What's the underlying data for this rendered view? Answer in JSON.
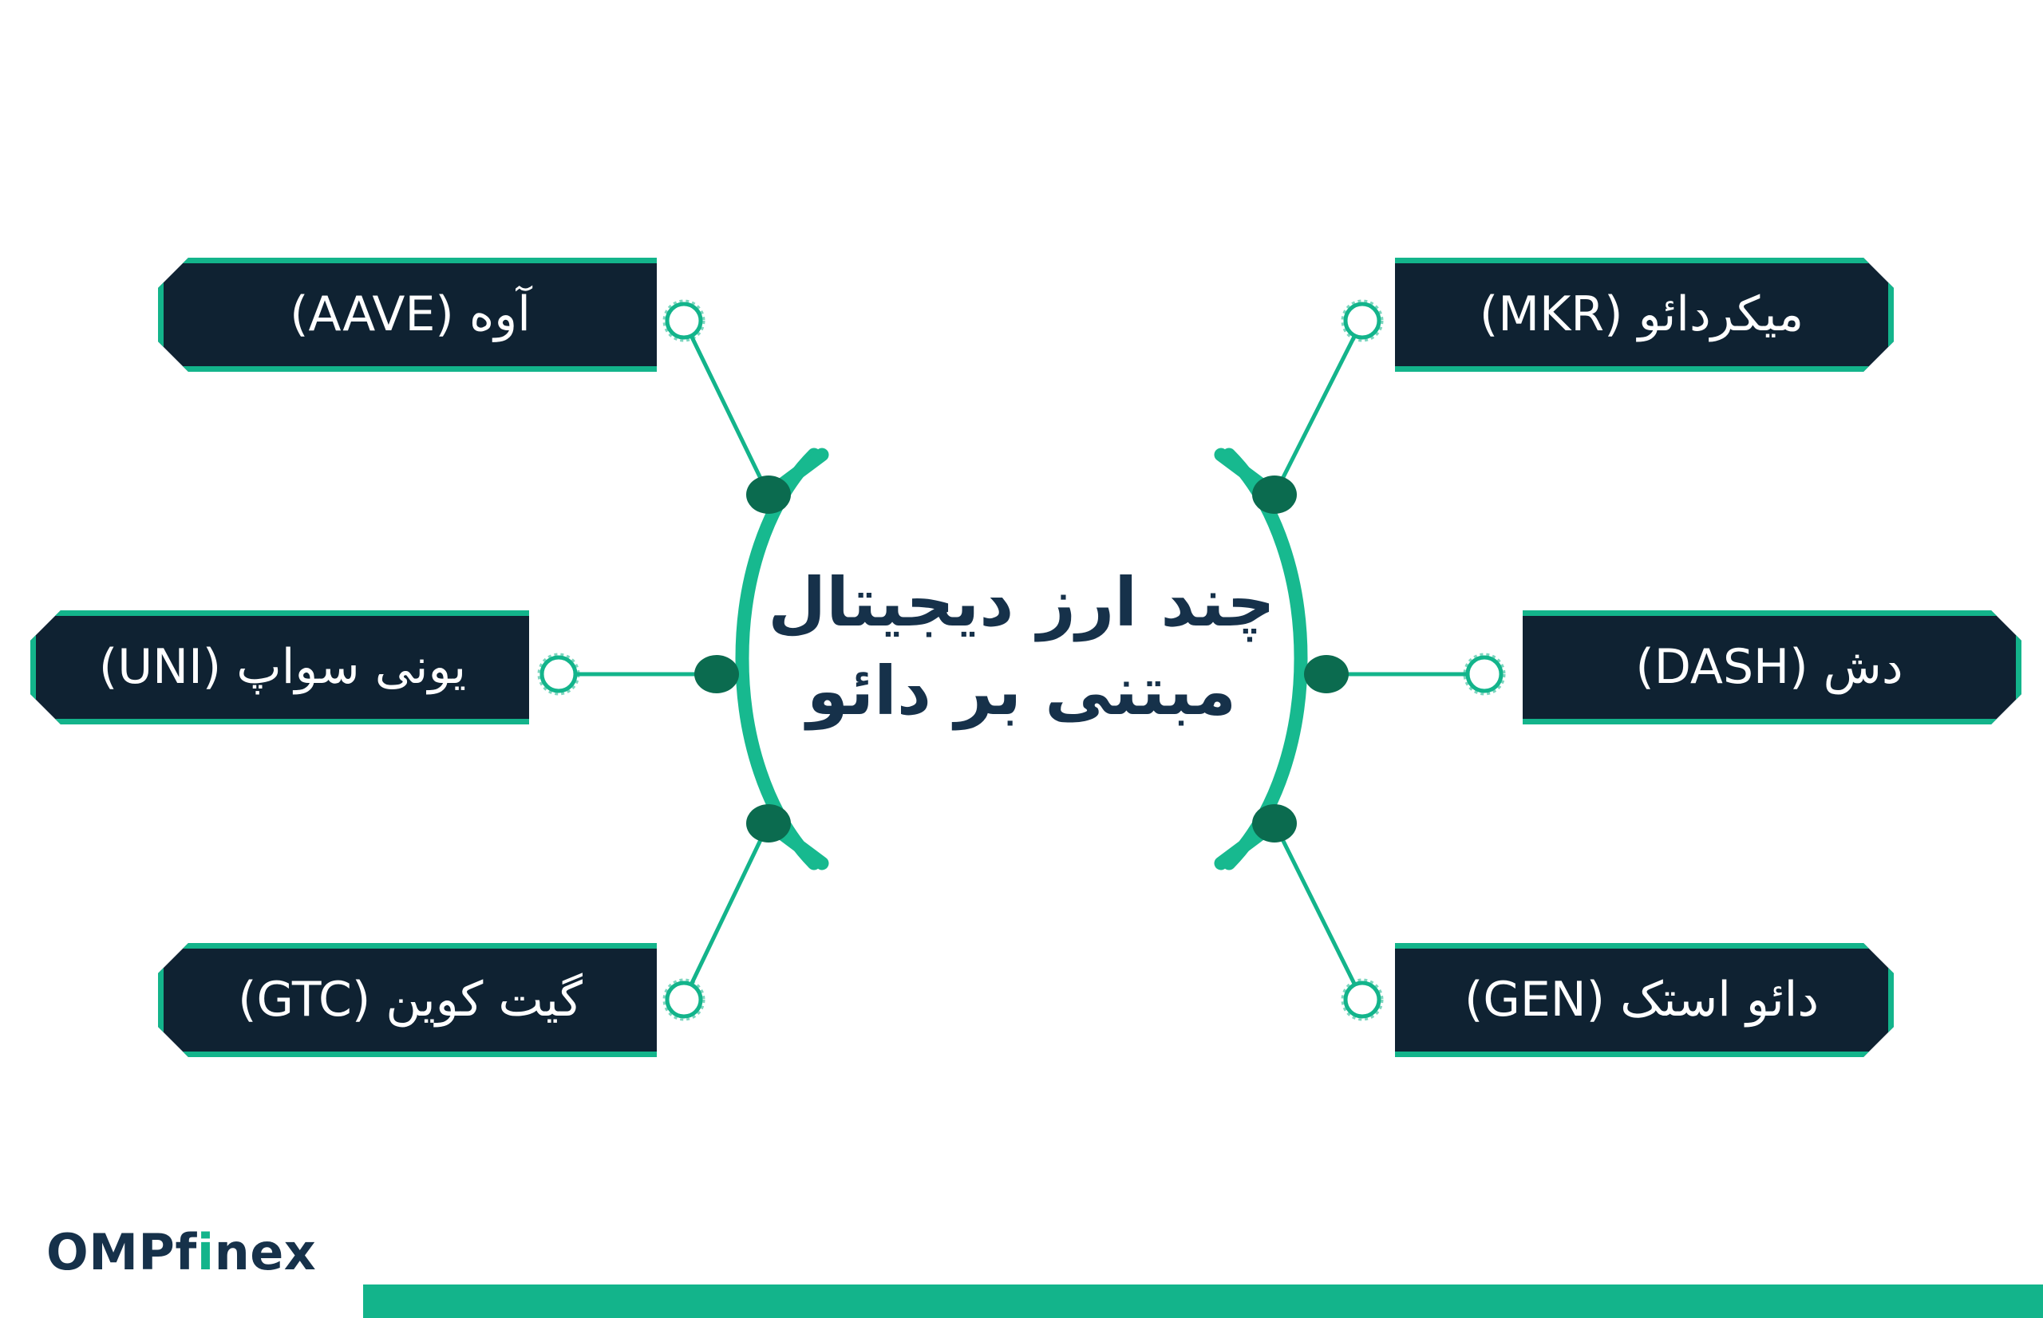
{
  "diagram": {
    "type": "radial-mindmap",
    "center_title_lines": [
      "چند ارز دیجیتال",
      "مبتنی بر دائو"
    ],
    "center_title": "چند ارز دیجیتال مبتنی بر دائو",
    "colors": {
      "background": "#FFFFFF",
      "node_fill": "#0F2232",
      "node_border": "#13B48B",
      "node_text": "#FFFFFF",
      "accent_teal": "#13B48B",
      "arc_teal": "#17B98F",
      "dot_dark_green": "#0B6B4F",
      "title_navy": "#16314A",
      "footer_bar": "#13B48B"
    },
    "nodes": [
      {
        "id": "aave",
        "label": "آوه (AAVE)",
        "side": "left",
        "row": "top"
      },
      {
        "id": "uni",
        "label": "یونی سواپ (UNI)",
        "side": "left",
        "row": "middle"
      },
      {
        "id": "gtc",
        "label": "گیت کوین (GTC)",
        "side": "left",
        "row": "bottom"
      },
      {
        "id": "mkr",
        "label": "میکردائو (MKR)",
        "side": "right",
        "row": "top"
      },
      {
        "id": "dash",
        "label": "دش (DASH)",
        "side": "right",
        "row": "middle"
      },
      {
        "id": "gen",
        "label": "دائو استک (GEN)",
        "side": "right",
        "row": "bottom"
      }
    ]
  },
  "footer": {
    "brand_prefix": "OMPf",
    "brand_accent": "i",
    "brand_suffix": "nex",
    "brand_full": "OMPfinex"
  }
}
